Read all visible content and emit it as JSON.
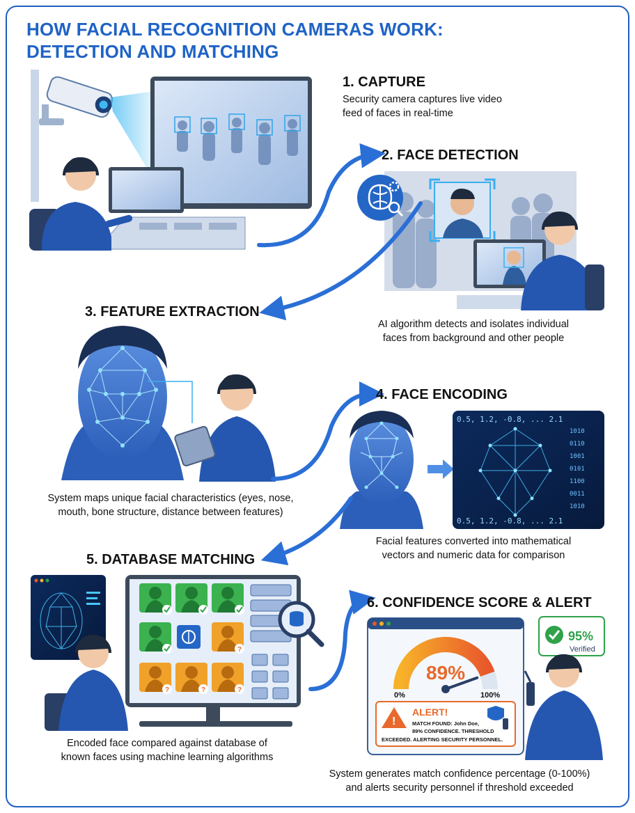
{
  "title": {
    "line1": "HOW FACIAL RECOGNITION CAMERAS WORK:",
    "line2": "DETECTION AND MATCHING"
  },
  "steps": [
    {
      "heading": "1. CAPTURE",
      "lines": [
        "Security camera captures live video",
        "feed of faces in real-time"
      ]
    },
    {
      "heading": "2. FACE DETECTION",
      "lines": [
        "AI algorithm detects and isolates individual",
        "faces from background and other people"
      ]
    },
    {
      "heading": "3. FEATURE EXTRACTION",
      "lines": [
        "System maps unique facial characteristics (eyes, nose,",
        "mouth, bone structure, distance between features)"
      ]
    },
    {
      "heading": "4. FACE ENCODING",
      "lines": [
        "Facial features converted into mathematical",
        "vectors and numeric data for comparison"
      ]
    },
    {
      "heading": "5. DATABASE MATCHING",
      "lines": [
        "Encoded face compared against database of",
        "known faces using machine learning algorithms"
      ]
    },
    {
      "heading": "6. CONFIDENCE SCORE & ALERT",
      "lines": [
        "System generates match confidence percentage (0-100%)",
        "and alerts security personnel if threshold exceeded"
      ]
    }
  ],
  "encoding": {
    "top": "0.5, 1.2, -0.8, ... 2.1",
    "bottom": "0.5, 1.2, -0.8, ... 2.1"
  },
  "gauge": {
    "value": "89%",
    "min": "0%",
    "max": "100%",
    "fraction": 0.89
  },
  "verified": {
    "value": "95%",
    "label": "Verified"
  },
  "alert": {
    "title": "ALERT!",
    "line1": "MATCH FOUND: John Doe,",
    "line2": "89% CONFIDENCE. THRESHOLD",
    "line3": "EXCEEDED. ALERTING SECURITY PERSONNEL."
  },
  "colors": {
    "brand": "#1f63c6",
    "arrow": "#2a6fd6",
    "match": "#2fa24a",
    "unknown": "#f0a12a",
    "alert": "#e8692b"
  }
}
